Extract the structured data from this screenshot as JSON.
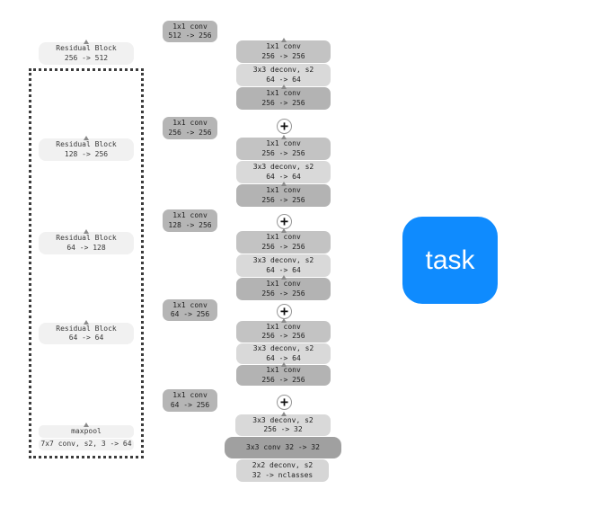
{
  "diagram_title": "fpn-segmentation-network",
  "colors": {
    "background": "#ffffff",
    "residual_block_fill": "#f1f1f1",
    "lateral_fill": "#b5b5b5",
    "decoder_conv_fill": "#c3c3c3",
    "decoder_deconv_fill": "#d9d9d9",
    "decoder_conv2_fill": "#b3b3b3",
    "head_mid_fill": "#a0a0a0",
    "task_fill": "#0f8bfe",
    "dotted_border": "#3c3c3c"
  },
  "encoder": {
    "blocks": [
      {
        "line1": "Residual Block",
        "line2": "256 -> 512"
      },
      {
        "line1": "Residual Block",
        "line2": "128 -> 256"
      },
      {
        "line1": "Residual Block",
        "line2": "64 -> 128"
      },
      {
        "line1": "Residual Block",
        "line2": "64 -> 64"
      },
      {
        "line1": "maxpool"
      },
      {
        "line1": "7x7 conv, s2, 3 -> 64"
      }
    ]
  },
  "laterals": [
    {
      "line1": "1x1 conv",
      "line2": "512 -> 256"
    },
    {
      "line1": "1x1 conv",
      "line2": "256 -> 256"
    },
    {
      "line1": "1x1 conv",
      "line2": "128 -> 256"
    },
    {
      "line1": "1x1 conv",
      "line2": "64 -> 256"
    },
    {
      "line1": "1x1 conv",
      "line2": "64 -> 256"
    }
  ],
  "decoder": {
    "plus_symbol": "+",
    "groups": [
      {
        "layers": [
          {
            "line1": "1x1 conv",
            "line2": "256 -> 256"
          },
          {
            "line1": "3x3 deconv, s2",
            "line2": "64 -> 64"
          },
          {
            "line1": "1x1 conv",
            "line2": "256 -> 256"
          }
        ]
      },
      {
        "layers": [
          {
            "line1": "1x1 conv",
            "line2": "256 -> 256"
          },
          {
            "line1": "3x3 deconv, s2",
            "line2": "64 -> 64"
          },
          {
            "line1": "1x1 conv",
            "line2": "256 -> 256"
          }
        ]
      },
      {
        "layers": [
          {
            "line1": "1x1 conv",
            "line2": "256 -> 256"
          },
          {
            "line1": "3x3 deconv, s2",
            "line2": "64 -> 64"
          },
          {
            "line1": "1x1 conv",
            "line2": "256 -> 256"
          }
        ]
      },
      {
        "layers": [
          {
            "line1": "1x1 conv",
            "line2": "256 -> 256"
          },
          {
            "line1": "3x3 deconv, s2",
            "line2": "64 -> 64"
          },
          {
            "line1": "1x1 conv",
            "line2": "256 -> 256"
          }
        ]
      }
    ]
  },
  "head": [
    {
      "line1": "3x3 deconv, s2",
      "line2": "256 -> 32"
    },
    {
      "line1": "3x3 conv 32 -> 32"
    },
    {
      "line1": "2x2 deconv, s2",
      "line2": "32 -> nclasses"
    }
  ],
  "task": {
    "label": "task"
  }
}
